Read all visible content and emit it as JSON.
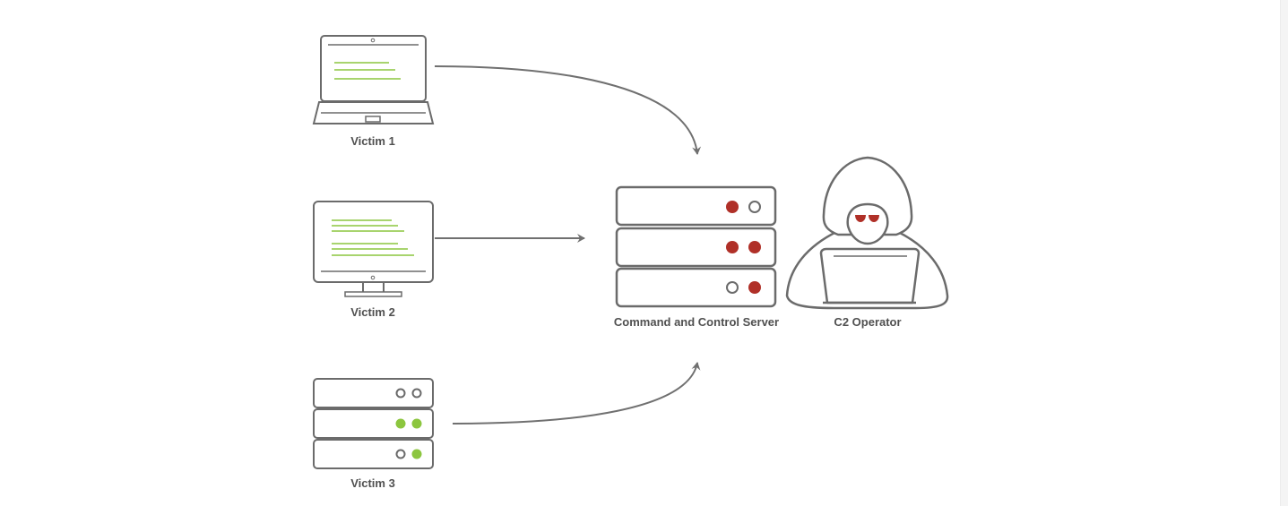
{
  "nodes": {
    "victim1": {
      "label": "Victim 1"
    },
    "victim2": {
      "label": "Victim 2"
    },
    "victim3": {
      "label": "Victim 3"
    },
    "c2_server": {
      "label": "Command and Control Server"
    },
    "c2_operator": {
      "label": "C2 Operator"
    }
  },
  "edges": [
    {
      "from": "victim1",
      "to": "c2_server"
    },
    {
      "from": "victim2",
      "to": "c2_server"
    },
    {
      "from": "victim3",
      "to": "c2_server"
    }
  ],
  "colors": {
    "outline": "#6b6b6b",
    "text_lines": "#8cc63f",
    "led_red": "#b03028",
    "led_green": "#8cc63f",
    "arrow": "#707070",
    "label": "#505050"
  },
  "icons": {
    "victim1": "laptop-icon",
    "victim2": "desktop-monitor-icon",
    "victim3": "server-rack-icon",
    "c2_server": "server-rack-icon",
    "c2_operator": "hooded-hacker-icon"
  }
}
